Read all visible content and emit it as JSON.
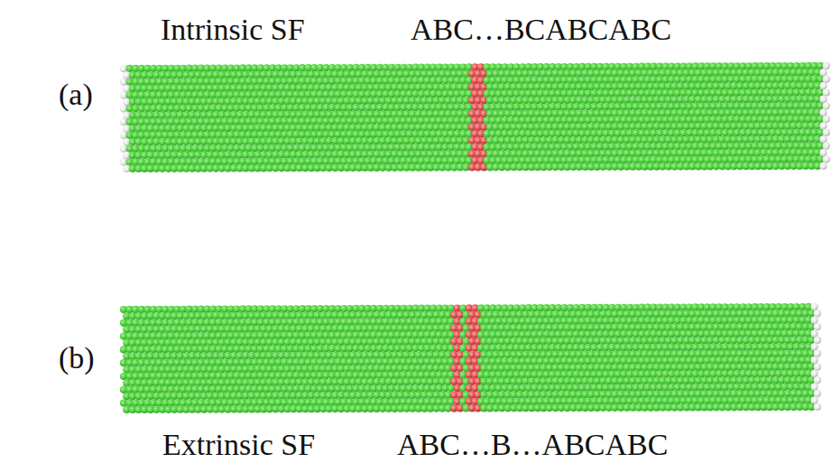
{
  "diagram": {
    "labels": [
      "Intrinsic SF",
      "ABC…BCABCABC",
      "(a)",
      "(b)",
      "Extrinsic SF",
      "ABC…B…ABCABC"
    ]
  }
}
